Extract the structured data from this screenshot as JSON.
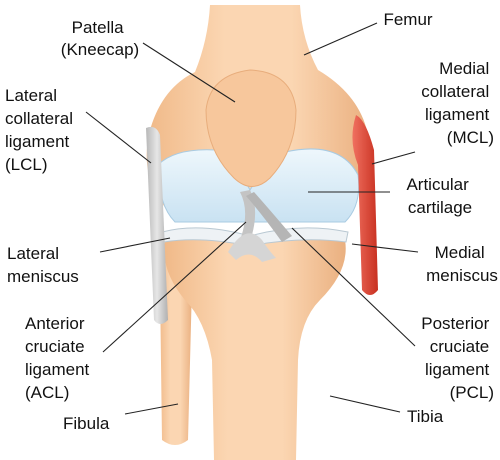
{
  "labels": {
    "patella": [
      "Patella",
      "(Kneecap)"
    ],
    "femur": [
      "Femur"
    ],
    "lcl": [
      "Lateral",
      "collateral",
      "ligament",
      "(LCL)"
    ],
    "mcl": [
      "Medial",
      "collateral",
      "ligament",
      "(MCL)"
    ],
    "articular_cartilage": [
      "Articular",
      "cartilage"
    ],
    "lateral_meniscus": [
      "Lateral",
      "meniscus"
    ],
    "medial_meniscus": [
      "Medial",
      "meniscus"
    ],
    "acl": [
      "Anterior",
      "cruciate",
      "ligament",
      "(ACL)"
    ],
    "pcl": [
      "Posterior",
      "cruciate",
      "ligament",
      "(PCL)"
    ],
    "fibula": [
      "Fibula"
    ],
    "tibia": [
      "Tibia"
    ]
  },
  "colors": {
    "bone": "#f5c9a0",
    "bone_shade": "#e8b080",
    "cartilage": "#dceef8",
    "meniscus": "#e8eef2",
    "ligament_gray": "#c8c8c8",
    "mcl_red": "#e04a3a",
    "leader_line": "#222222"
  }
}
